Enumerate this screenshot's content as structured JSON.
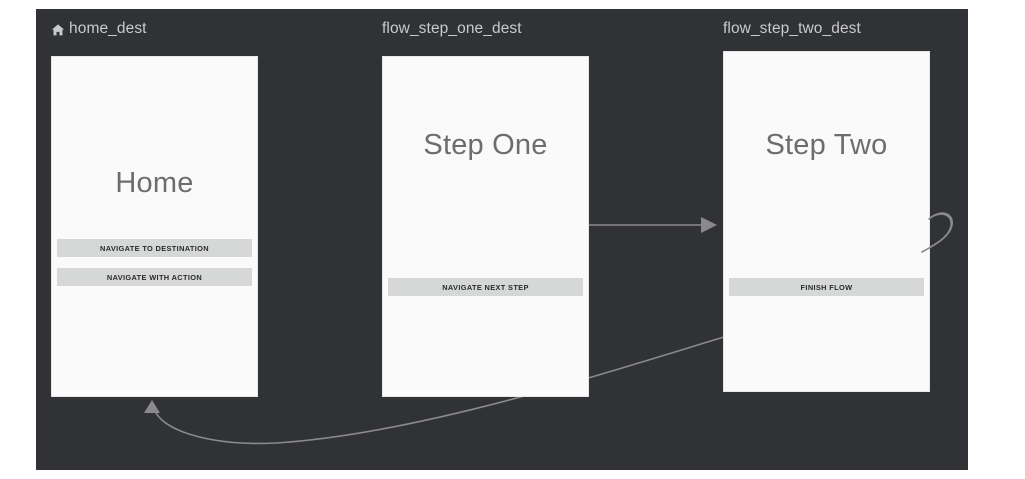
{
  "canvas": {
    "background": "#313235",
    "edge_color": "#8a8a8a"
  },
  "destinations": [
    {
      "id": "home_dest",
      "label": "home_dest",
      "icon": "home-icon",
      "is_start": true,
      "screen_title": "Home",
      "buttons": [
        {
          "label": "NAVIGATE TO DESTINATION"
        },
        {
          "label": "NAVIGATE WITH ACTION"
        }
      ]
    },
    {
      "id": "flow_step_one_dest",
      "label": "flow_step_one_dest",
      "icon": null,
      "is_start": false,
      "screen_title": "Step One",
      "buttons": [
        {
          "label": "NAVIGATE NEXT STEP"
        }
      ]
    },
    {
      "id": "flow_step_two_dest",
      "label": "flow_step_two_dest",
      "icon": null,
      "is_start": false,
      "screen_title": "Step Two",
      "buttons": [
        {
          "label": "FINISH FLOW"
        }
      ]
    }
  ],
  "edges": [
    {
      "id": "edge-one-to-two",
      "from": "flow_step_one_dest",
      "to": "flow_step_two_dest",
      "style": "straight"
    },
    {
      "id": "edge-two-to-home",
      "from": "flow_step_two_dest",
      "to": "home_dest",
      "style": "curved-loop"
    }
  ]
}
